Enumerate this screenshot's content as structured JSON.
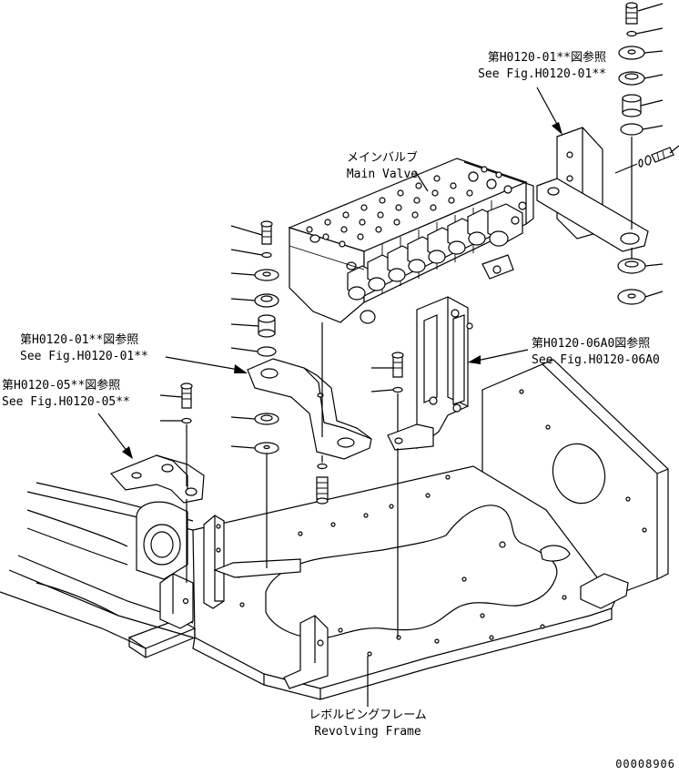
{
  "labels": {
    "main_valve_jp": "メインバルブ",
    "main_valve_en": "Main Valve",
    "ref_top_right_jp": "第H0120-01**図参照",
    "ref_top_right_en": "See Fig.H0120-01**",
    "ref_left_mid_jp": "第H0120-01**図参照",
    "ref_left_mid_en": "See Fig.H0120-01**",
    "ref_left_low_jp": "第H0120-05**図参照",
    "ref_left_low_en": "See Fig.H0120-05**",
    "ref_right_mid_jp": "第H0120-06A0図参照",
    "ref_right_mid_en": "See Fig.H0120-06A0",
    "frame_jp": "レボルビングフレーム",
    "frame_en": "Revolving Frame",
    "drawing_number": "00008906"
  }
}
